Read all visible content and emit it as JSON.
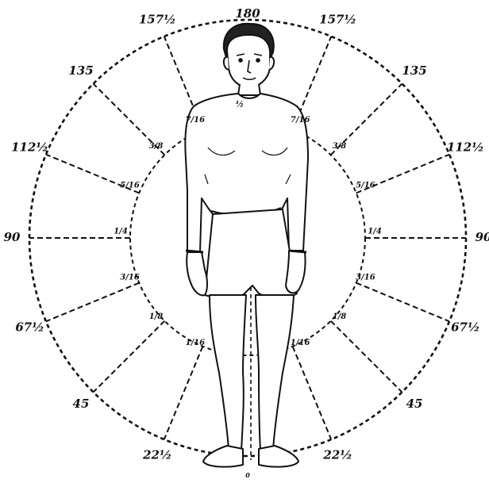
{
  "diagram": {
    "outer_labels": {
      "top": "180",
      "left": [
        "157½",
        "135",
        "112½",
        "90",
        "67½",
        "45",
        "22½"
      ],
      "right": [
        "157½",
        "135",
        "112½",
        "90",
        "67½",
        "45",
        "22½"
      ],
      "bottom": "0"
    },
    "inner_labels": {
      "top": "½",
      "left": [
        "7/16",
        "3/8",
        "5/16",
        "1/4",
        "3/16",
        "1/8",
        "1/16"
      ],
      "right": [
        "7/16",
        "3/8",
        "5/16",
        "1/4",
        "3/16",
        "1/8",
        "1/16"
      ]
    },
    "colors": {
      "ink": "#111111",
      "paper": "#ffffff"
    }
  }
}
